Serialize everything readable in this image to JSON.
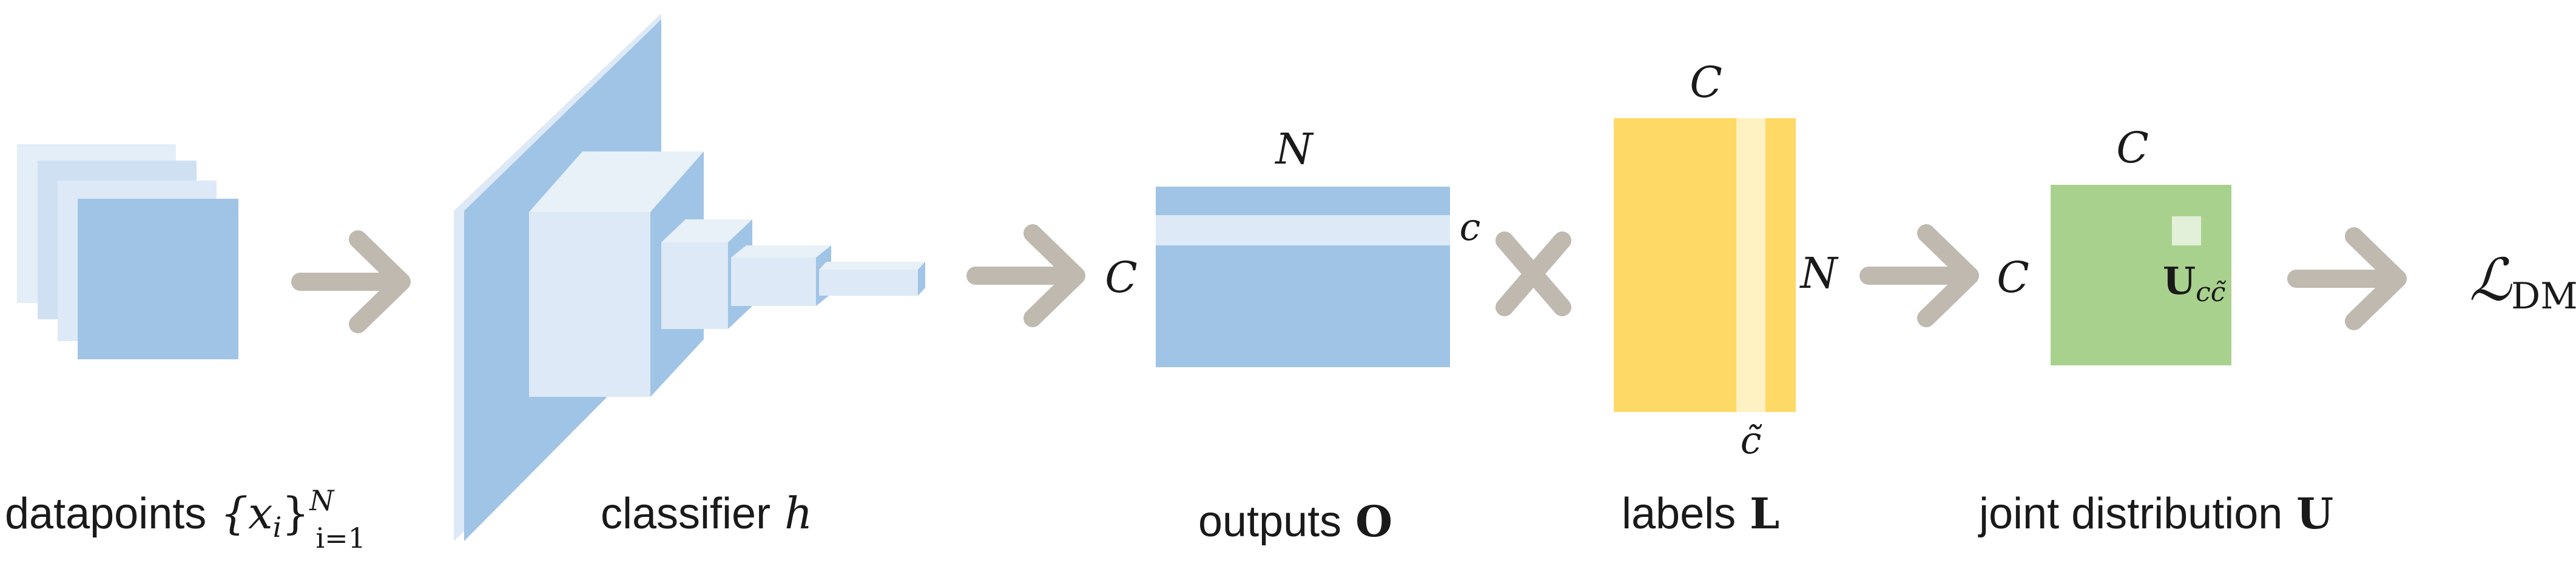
{
  "colors": {
    "blue": "#a0c4e6",
    "blue_light": "#dde9f6",
    "blue_lighter": "#cfe0f2",
    "yellow": "#ffd966",
    "yellow_light": "#fff2c2",
    "green": "#a9d18e",
    "green_light": "#e2f0d9",
    "arrow": "#bfb9b0"
  },
  "datapoints": {
    "label": "datapoints",
    "set": "{x",
    "sub_i": "i",
    "close": "}",
    "sup": "N",
    "sub_range": "i=1"
  },
  "classifier": {
    "label": "classifier",
    "symbol": "h"
  },
  "outputs": {
    "label": "outputs",
    "symbol": "O",
    "top_dim": "N",
    "left_dim": "C",
    "row_marker": "c"
  },
  "operator": {
    "symbol": "×"
  },
  "labels_matrix": {
    "label": "labels",
    "symbol": "L",
    "top_dim": "C",
    "right_dim": "N",
    "col_marker": "c̃"
  },
  "joint": {
    "label": "joint distribution",
    "symbol": "U",
    "top_dim": "C",
    "left_dim": "C",
    "cell_symbol": "U",
    "cell_sub": "cc̃"
  },
  "loss": {
    "script": "ℒ",
    "sub": "DMI"
  }
}
